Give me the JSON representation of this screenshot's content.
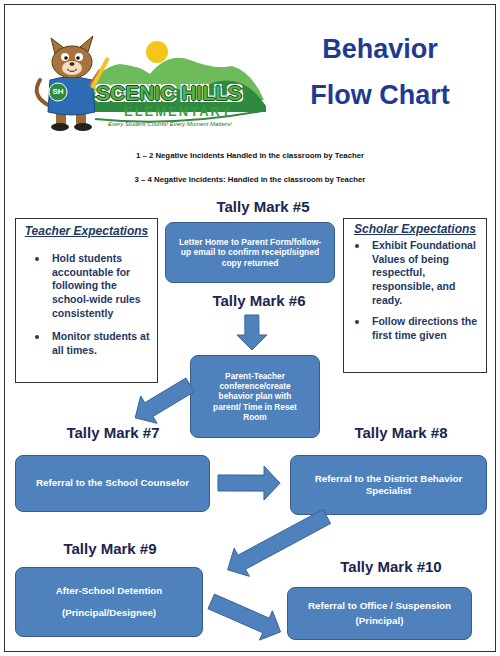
{
  "diagram": {
    "title": "Behavior Flow Chart",
    "nodes": [
      {
        "text": [
          "Teacher Expectations",
          "Hold students accountable for following the school-wide rules consistently",
          "Monitor students at all times."
        ]
      },
      {
        "text": [
          "Tally Mark #5",
          "Letter Home to Parent Form/follow-up email to confirm receipt/signed copy returned"
        ]
      },
      {
        "text": [
          "Scholar Expectations",
          "Exhibit Foundational Values of being respectful, responsible, and ready.",
          "Follow directions the first time given"
        ]
      },
      {
        "text": [
          "Tally Mark #6",
          "Parent-Teacher conference/create behavior plan with parent/ Time in Reset Room"
        ]
      },
      {
        "text": [
          "Tally Mark #7",
          "Referral to the School Counselor"
        ]
      },
      {
        "text": [
          "Tally Mark #8",
          "Referral to the District Behavior Specialist"
        ]
      },
      {
        "text": [
          "Tally Mark #9",
          "After-School Detention",
          "(Principal/Designee)"
        ]
      },
      {
        "text": [
          "Tally Mark #10",
          "Referral to Office / Suspension",
          "(Principal)"
        ]
      }
    ],
    "edges": [
      {
        "from": 1,
        "to": 3,
        "arrow": "to"
      },
      {
        "from": 3,
        "to": 4,
        "arrow": "to"
      },
      {
        "from": 4,
        "to": 5,
        "arrow": "to"
      },
      {
        "from": 5,
        "to": 6,
        "arrow": "to"
      },
      {
        "from": 6,
        "to": 7,
        "arrow": "to"
      }
    ],
    "labels": [
      "SH",
      "SCENIC HILLS",
      "ELEMENTARY",
      "Every Student Counts! Every Moment Matters!",
      "1 – 2 Negative Incidents Handled in the classroom by Teacher",
      "3 – 4 Negative Incidents: Handled in the classroom by Teacher"
    ]
  }
}
